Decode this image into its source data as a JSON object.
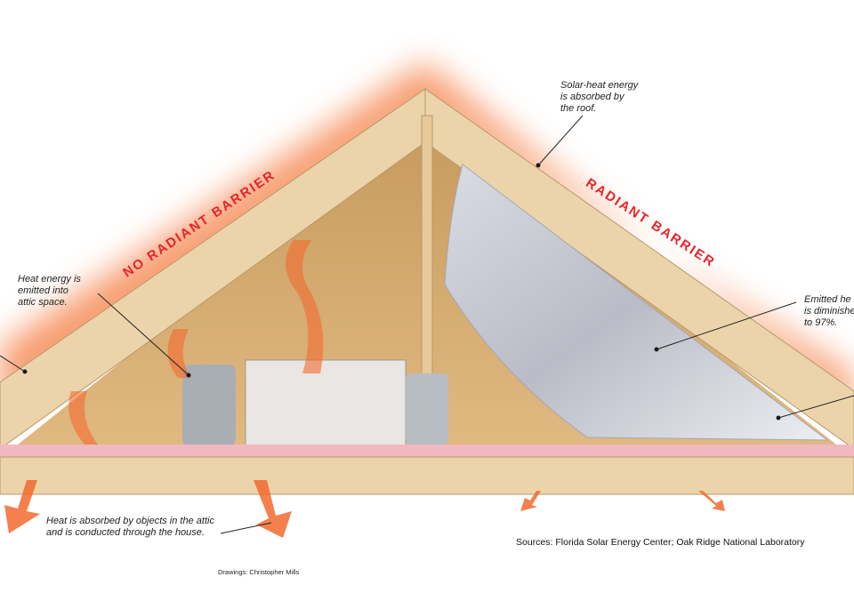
{
  "titles": {
    "left": "NO RADIANT BARRIER",
    "right": "RADIANT BARRIER"
  },
  "callouts": {
    "solar": "Solar-heat energy\nis absorbed by\nthe roof.",
    "emitted": "Heat energy is\nemitted into\nattic space.",
    "diminished": "Emitted he\nis diminishe\nto 97%.",
    "absorbed": "Heat is absorbed by objects in the attic\nand is conducted through the house."
  },
  "sources": "Sources: Florida Solar Energy Center; Oak Ridge National Laboratory",
  "credit": "Drawings: Christopher Mills",
  "colors": {
    "accent": "#e8242b",
    "glow": "#f47a3c",
    "wood": "#e9cfa4",
    "insulation": "#f2b8c0"
  }
}
